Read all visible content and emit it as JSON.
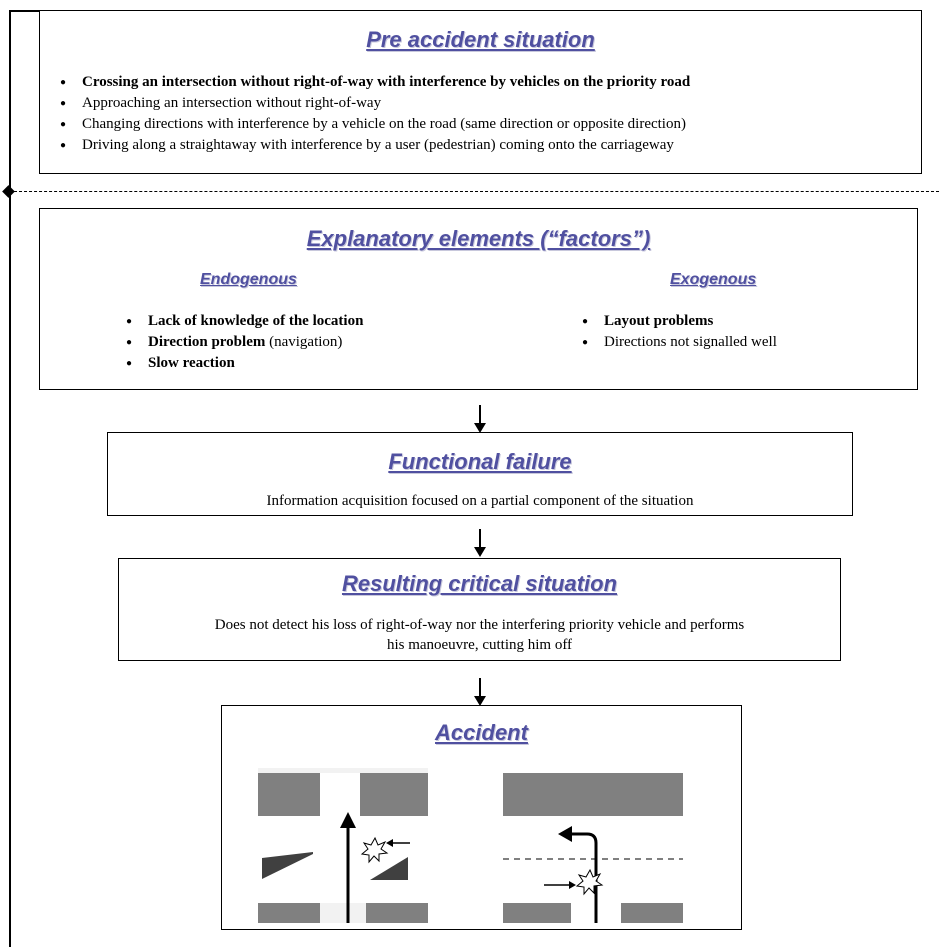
{
  "pre_accident": {
    "title": "Pre accident situation",
    "items": [
      {
        "bold": "Crossing an intersection without right-of-way with interference by vehicles on the priority road",
        "rest": ""
      },
      {
        "bold": "",
        "rest": "Approaching an intersection without right-of-way"
      },
      {
        "bold": "",
        "rest": "Changing directions with interference by a vehicle on the road (same direction or opposite direction)"
      },
      {
        "bold": "",
        "rest": "Driving along a straightaway with interference by a user (pedestrian) coming onto the carriageway"
      }
    ]
  },
  "explanatory": {
    "title": "Explanatory elements (“factors”)",
    "endogenous_title": "Endogenous",
    "exogenous_title": "Exogenous",
    "endogenous": [
      {
        "bold": "Lack of knowledge of the location",
        "rest": ""
      },
      {
        "bold": "Direction problem",
        "rest": " (navigation)"
      },
      {
        "bold": "Slow reaction",
        "rest": ""
      }
    ],
    "exogenous": [
      {
        "bold": "Layout problems",
        "rest": ""
      },
      {
        "bold": "",
        "rest": "Directions not signalled well"
      }
    ]
  },
  "functional_failure": {
    "title": "Functional failure",
    "text": "Information acquisition focused on a partial component of the situation"
  },
  "critical_situation": {
    "title": "Resulting critical situation",
    "line1": "Does not detect his loss of right-of-way nor the interfering priority vehicle and performs",
    "line2": "his manoeuvre, cutting him off"
  },
  "accident": {
    "title": "Accident"
  },
  "colors": {
    "title": "#5050a0",
    "building": "#808080",
    "road_bg": "#f0f0f0"
  }
}
